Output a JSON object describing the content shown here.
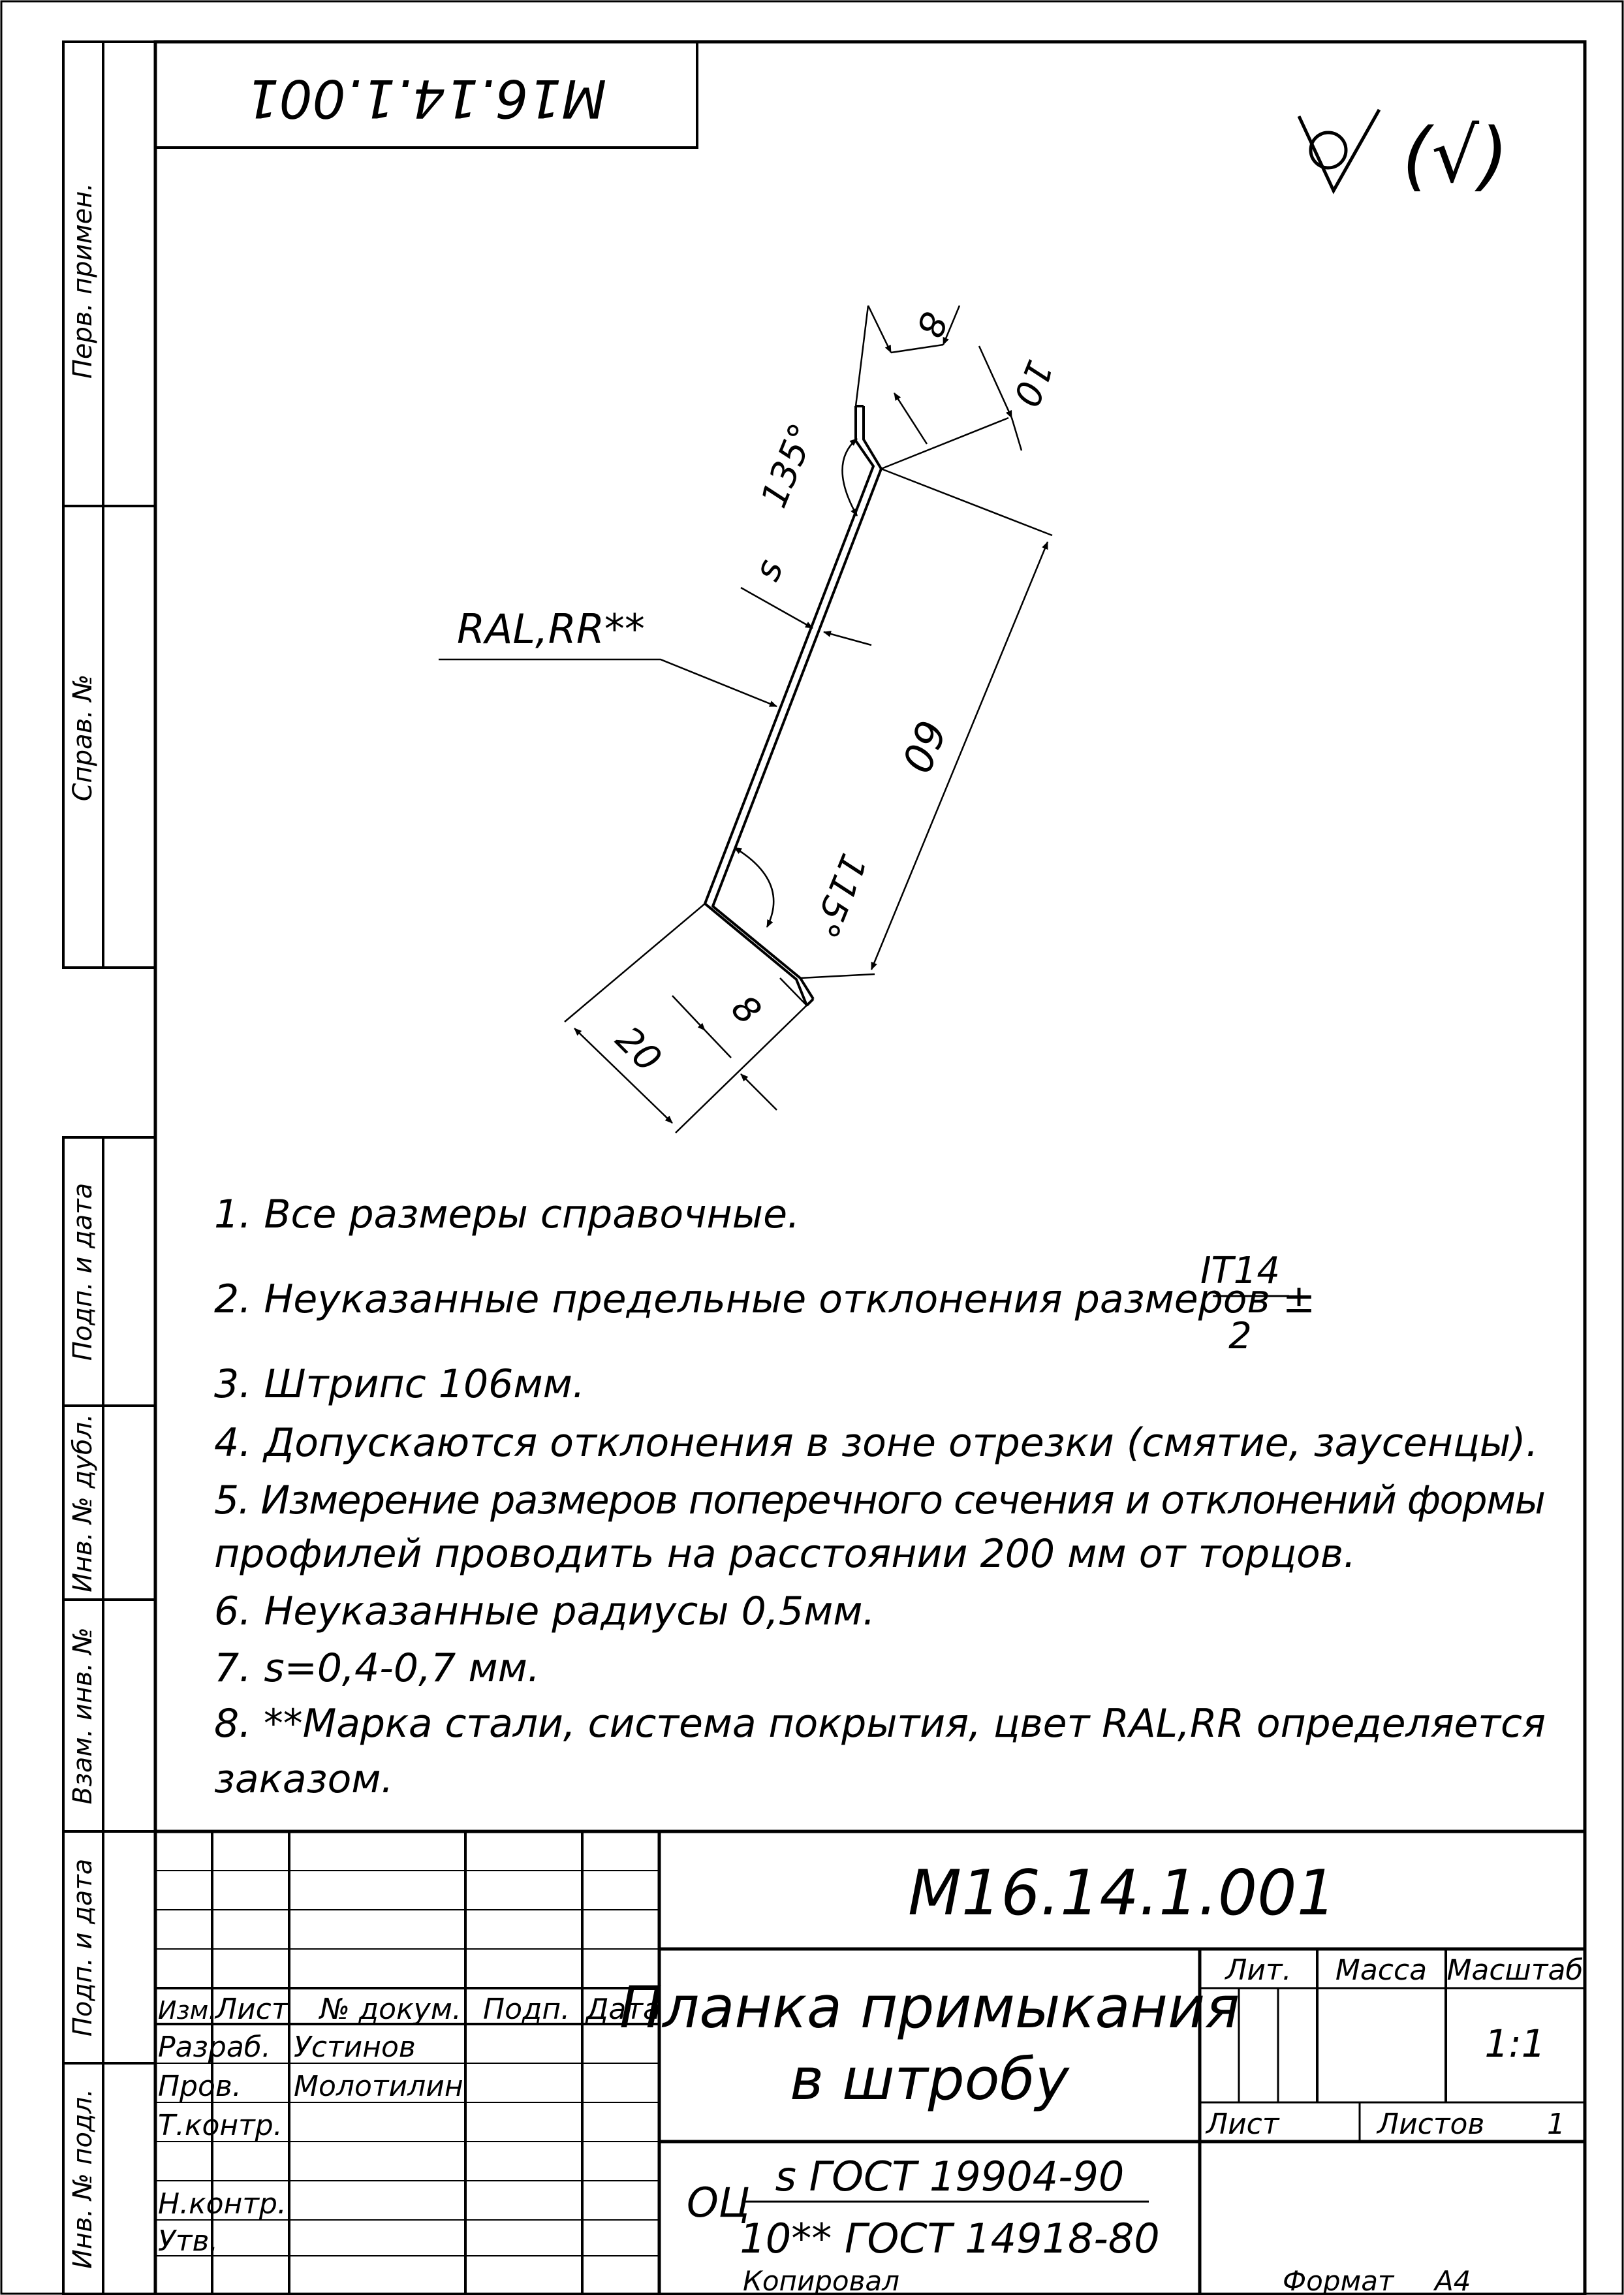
{
  "drawing": {
    "top_stamp": "М16.14.1.001",
    "roughness_symbol": "(√)",
    "profile": {
      "coating_label": "RAL,RR**",
      "thickness_label": "s",
      "dimensions": {
        "top_hem": "8",
        "top_flange": "10",
        "top_angle": "135°",
        "main_length": "60",
        "bottom_angle": "115°",
        "bottom_flange": "20",
        "bottom_hem": "8"
      }
    }
  },
  "side_margin": {
    "first_use": "Перв. примен.",
    "reference_no": "Справ. №",
    "sign_date_1": "Подп. и дата",
    "inv_dup": "Инв. № дубл.",
    "replaced_inv": "Взам. инв. №",
    "sign_date_2": "Подп. и дата",
    "inv_original": "Инв. № подл."
  },
  "notes": {
    "n1": "1. Все размеры справочные.",
    "n2_prefix": "2. Неуказанные предельные отклонения размеров ±",
    "n2_numerator": "IT14",
    "n2_denominator": "2",
    "n3": "3. Штрипс 106мм.",
    "n4": "4. Допускаются отклонения в зоне отрезки (смятие, заусенцы).",
    "n5_line1": "5. Измерение размеров поперечного сечения и отклонений формы",
    "n5_line2": "профилей проводить на расстоянии 200 мм от торцов.",
    "n6": "6. Неуказанные радиусы 0,5мм.",
    "n7": "7. s=0,4-0,7 мм.",
    "n8_line1": "8. **Марка стали, система покрытия, цвет RAL,RR определяется",
    "n8_line2": "заказом."
  },
  "title_block": {
    "designation": "М16.14.1.001",
    "name_line1": "Планка примыкания",
    "name_line2": "в штробу",
    "col_izm": "Изм.",
    "col_list": "Лист",
    "col_doc": "№ докум.",
    "col_sign": "Подп.",
    "col_date": "Дата",
    "role_dev": "Разраб.",
    "role_check": "Пров.",
    "role_tcontrol": "Т.контр.",
    "role_ncontrol": "Н.контр.",
    "role_approve": "Утв.",
    "dev_name": "Устинов",
    "check_name": "Молотилин",
    "lit": "Лит.",
    "mass": "Масса",
    "scale_label": "Масштаб",
    "scale_value": "1:1",
    "sheet": "Лист",
    "sheets": "Листов",
    "sheets_value": "1",
    "material_prefix": "ОЦ",
    "material_top": "s ГОСТ 19904-90",
    "material_bottom": "10** ГОСТ 14918-80"
  },
  "footer": {
    "copied": "Копировал",
    "format_label": "Формат",
    "format_value": "А4"
  }
}
